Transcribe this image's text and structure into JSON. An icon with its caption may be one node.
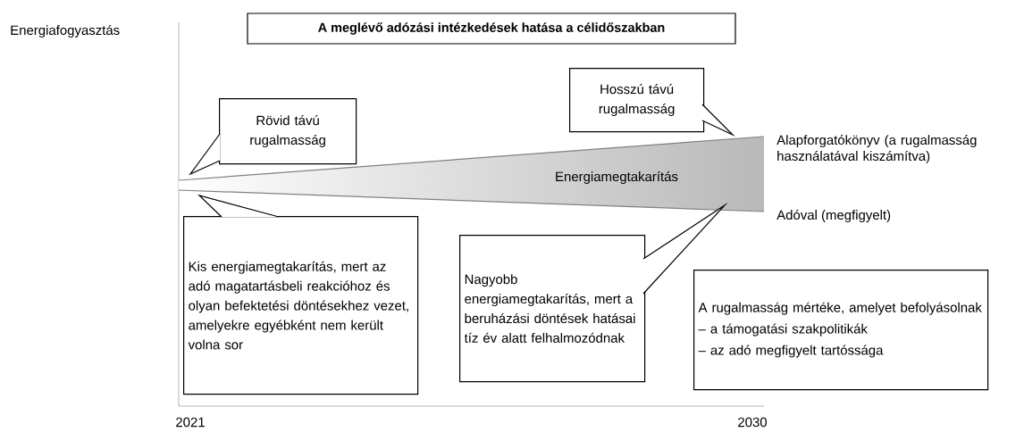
{
  "diagram": {
    "title": "A meglévő adózási intézkedések hatása a célidőszakban",
    "nodes": [
      {
        "text": [
          "Rövid távú rugalmasság"
        ]
      },
      {
        "text": [
          "Hosszú távú rugalmasság"
        ]
      },
      {
        "text": [
          "Kis energiamegtakarítás, mert az adó magatartásbeli reakcióhoz és olyan befektetési döntésekhez vezet, amelyekre egyébként nem került volna sor"
        ]
      },
      {
        "text": [
          "Nagyobb energiamegtakarítás, mert a beruházási döntések hatásai tíz év alatt felhalmozódnak"
        ]
      },
      {
        "text": [
          "A rugalmasság mértéke, amelyet befolyásolnak",
          "– a támogatási szakpolitikák",
          "– az adó megfigyelt tartóssága"
        ]
      },
      {
        "text": [
          "Energiamegtakarítás"
        ]
      }
    ],
    "labels": [
      "Energiafogyasztás",
      "Alapforgatókönyv (a rugalmasság használatával kiszámítva)",
      "Adóval (megfigyelt)",
      "2021",
      "2030"
    ]
  }
}
